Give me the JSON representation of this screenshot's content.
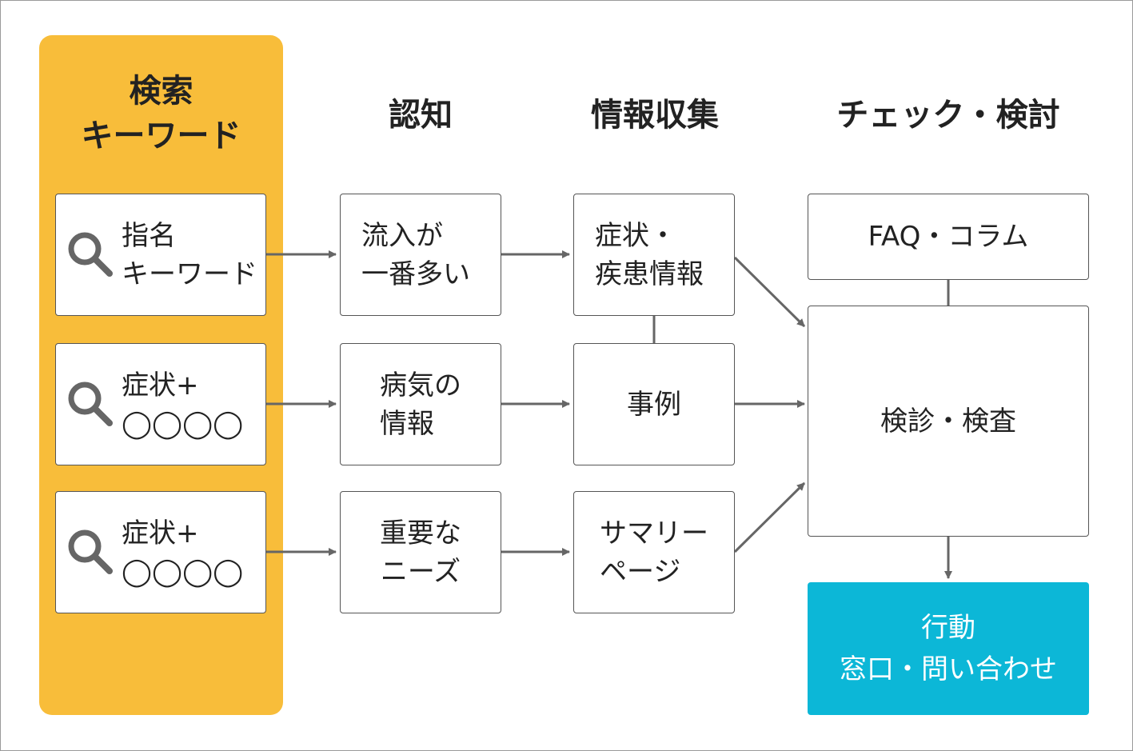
{
  "panel": {
    "title_line1": "検索",
    "title_line2": "キーワード"
  },
  "headers": {
    "awareness": "認知",
    "info_gathering": "情報収集",
    "check_review": "チェック・検討"
  },
  "keywords": [
    {
      "line1": "指名",
      "line2": "キーワード",
      "icon": "search-icon"
    },
    {
      "line1": "症状+",
      "line2": "◯◯◯◯",
      "icon": "search-icon"
    },
    {
      "line1": "症状+",
      "line2": "◯◯◯◯",
      "icon": "search-icon"
    }
  ],
  "awareness": [
    {
      "line1": "流入が",
      "line2": "一番多い"
    },
    {
      "line1": "病気の",
      "line2": "情報"
    },
    {
      "line1": "重要な",
      "line2": "ニーズ"
    }
  ],
  "info": [
    {
      "line1": "症状・",
      "line2": "疾患情報"
    },
    {
      "line1": "事例",
      "line2": ""
    },
    {
      "line1": "サマリー",
      "line2": "ページ"
    }
  ],
  "check": {
    "faq": "FAQ・コラム",
    "exam": "検診・検査"
  },
  "action": {
    "line1": "行動",
    "line2": "窓口・問い合わせ"
  },
  "colors": {
    "panel": "#f8bd3a",
    "action": "#0cb7d7",
    "arrow": "#666666",
    "box_border": "#555555"
  }
}
